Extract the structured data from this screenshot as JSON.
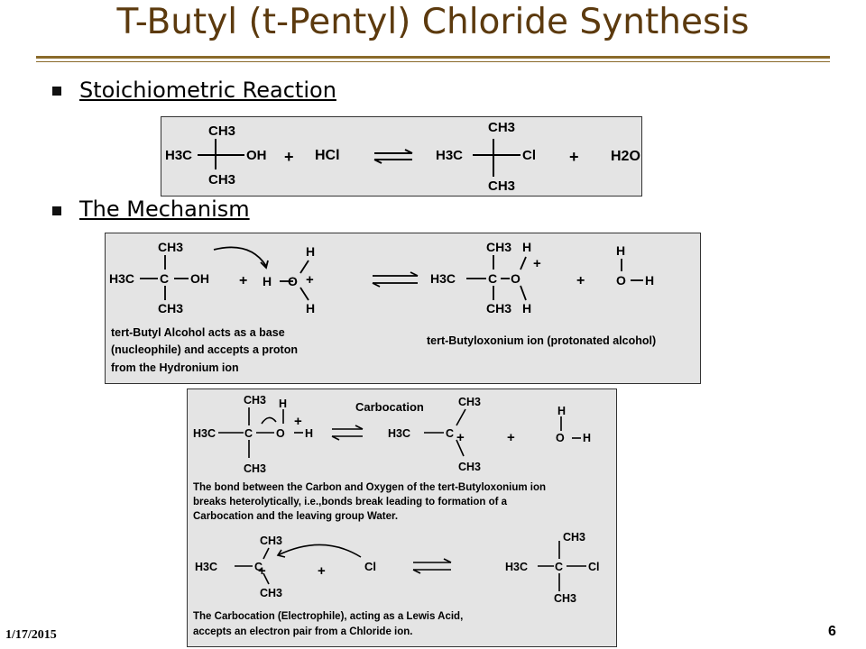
{
  "slide": {
    "title": "T-Butyl (t-Pentyl) Chloride Synthesis",
    "bullets": [
      "Stoichiometric Reaction",
      "The Mechanism"
    ],
    "footer_date": "1/17/2015",
    "page_number": "6"
  },
  "reaction": {
    "ch3": "CH3",
    "h3c": "H3C",
    "oh": "OH",
    "plus": "+",
    "hcl": "HCl",
    "cl": "Cl",
    "h2o": "H2O"
  },
  "mechanism": {
    "panel1": {
      "caption_left": [
        "tert-Butyl Alcohol acts as a base",
        "(nucleophile) and accepts a proton",
        "from the Hydronium ion"
      ],
      "caption_right": "tert-Butyloxonium ion (protonated alcohol)"
    },
    "panel2": {
      "label": "Carbocation",
      "caption1": [
        "The bond between the Carbon and Oxygen of the tert-Butyloxonium ion",
        "breaks heterolytically, i.e.,bonds break leading to formation of a",
        "Carbocation and the leaving group Water."
      ],
      "caption2": [
        "The Carbocation (Electrophile), acting as a Lewis Acid,",
        "accepts an electron pair from a Chloride ion."
      ]
    }
  }
}
